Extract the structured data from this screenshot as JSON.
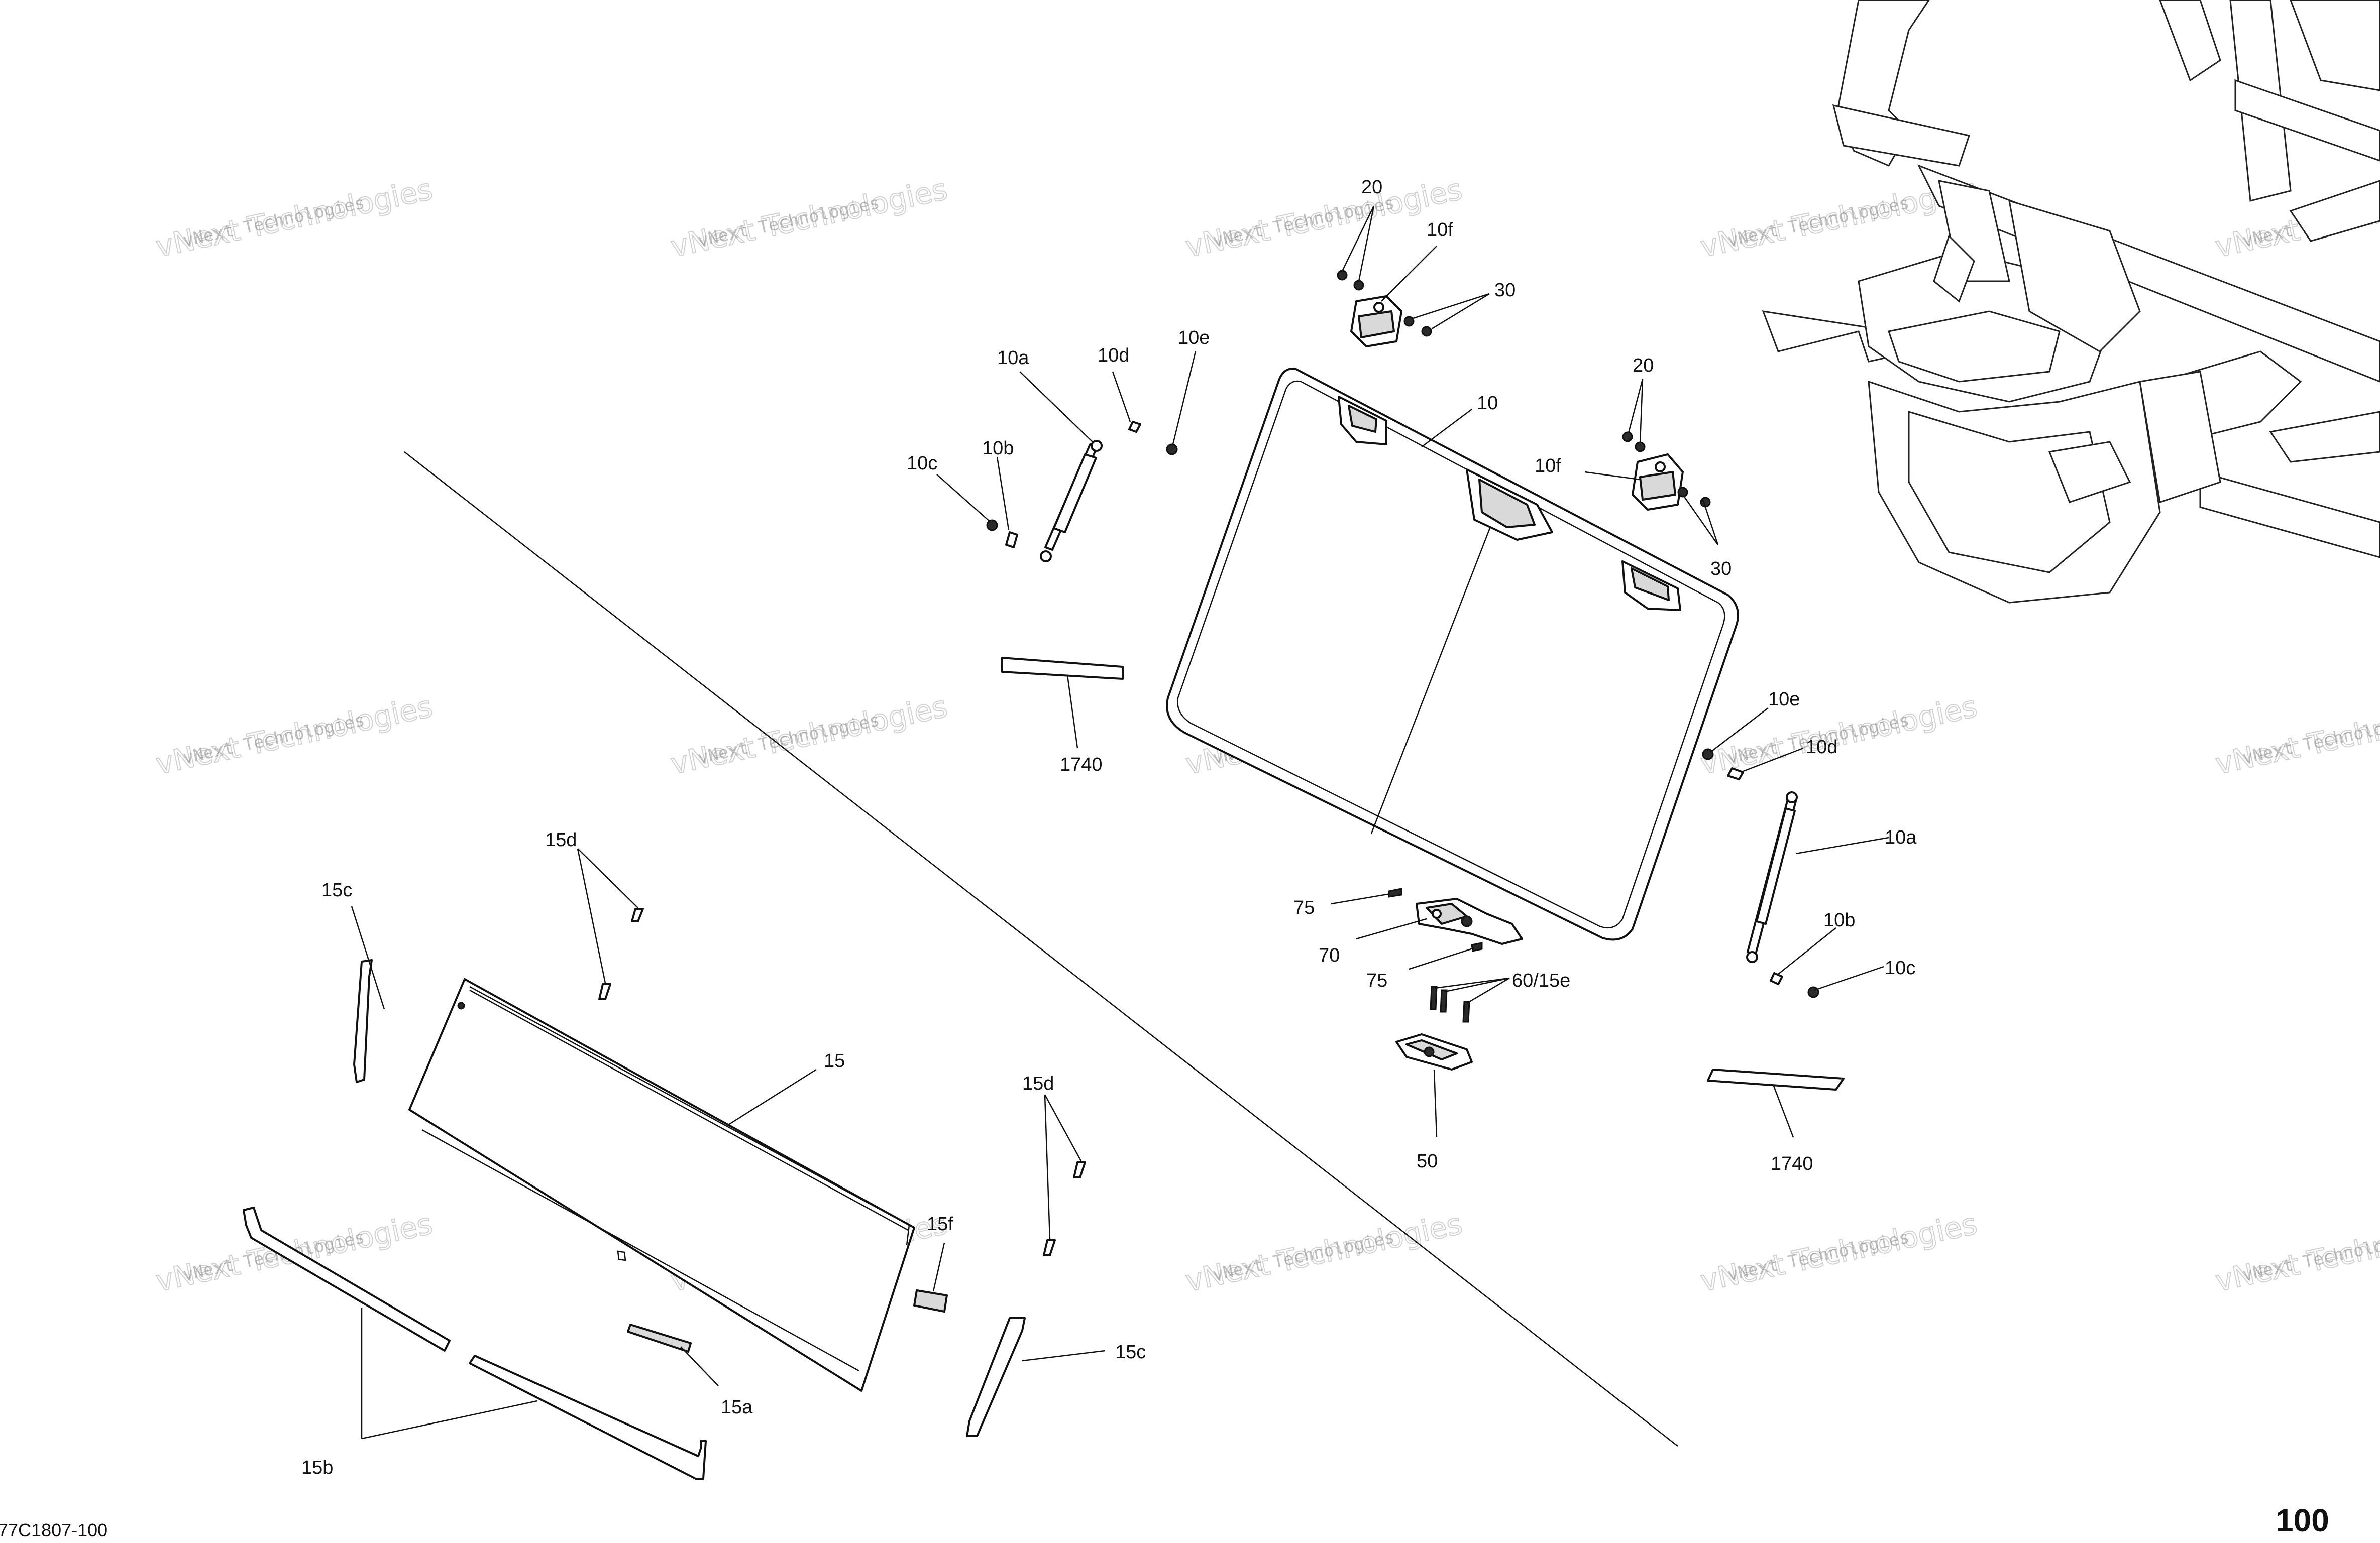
{
  "document": {
    "reference_code": "77C1807-100",
    "page_number": "100",
    "watermark_small": "vNext Technologies",
    "watermark_large": "vNext Technologies"
  },
  "callouts": {
    "c20_top": "20",
    "c10f_top": "10f",
    "c30_top": "30",
    "c10a_left": "10a",
    "c10d_left": "10d",
    "c10e_left": "10e",
    "c10": "10",
    "c20_right": "20",
    "c10f_right": "10f",
    "c30_right": "30",
    "c10c_left": "10c",
    "c10b_left": "10b",
    "c1740_left": "1740",
    "c10e_right": "10e",
    "c10d_right": "10d",
    "c10a_right": "10a",
    "c10b_right": "10b",
    "c10c_right": "10c",
    "c1740_right": "1740",
    "c75_top": "75",
    "c70": "70",
    "c75_bottom": "75",
    "c60_15e": "60/15e",
    "c50": "50",
    "c15d_top": "15d",
    "c15c_left": "15c",
    "c15": "15",
    "c15d_right": "15d",
    "c15f": "15f",
    "c15c_right": "15c",
    "c15a": "15a",
    "c15b": "15b"
  }
}
